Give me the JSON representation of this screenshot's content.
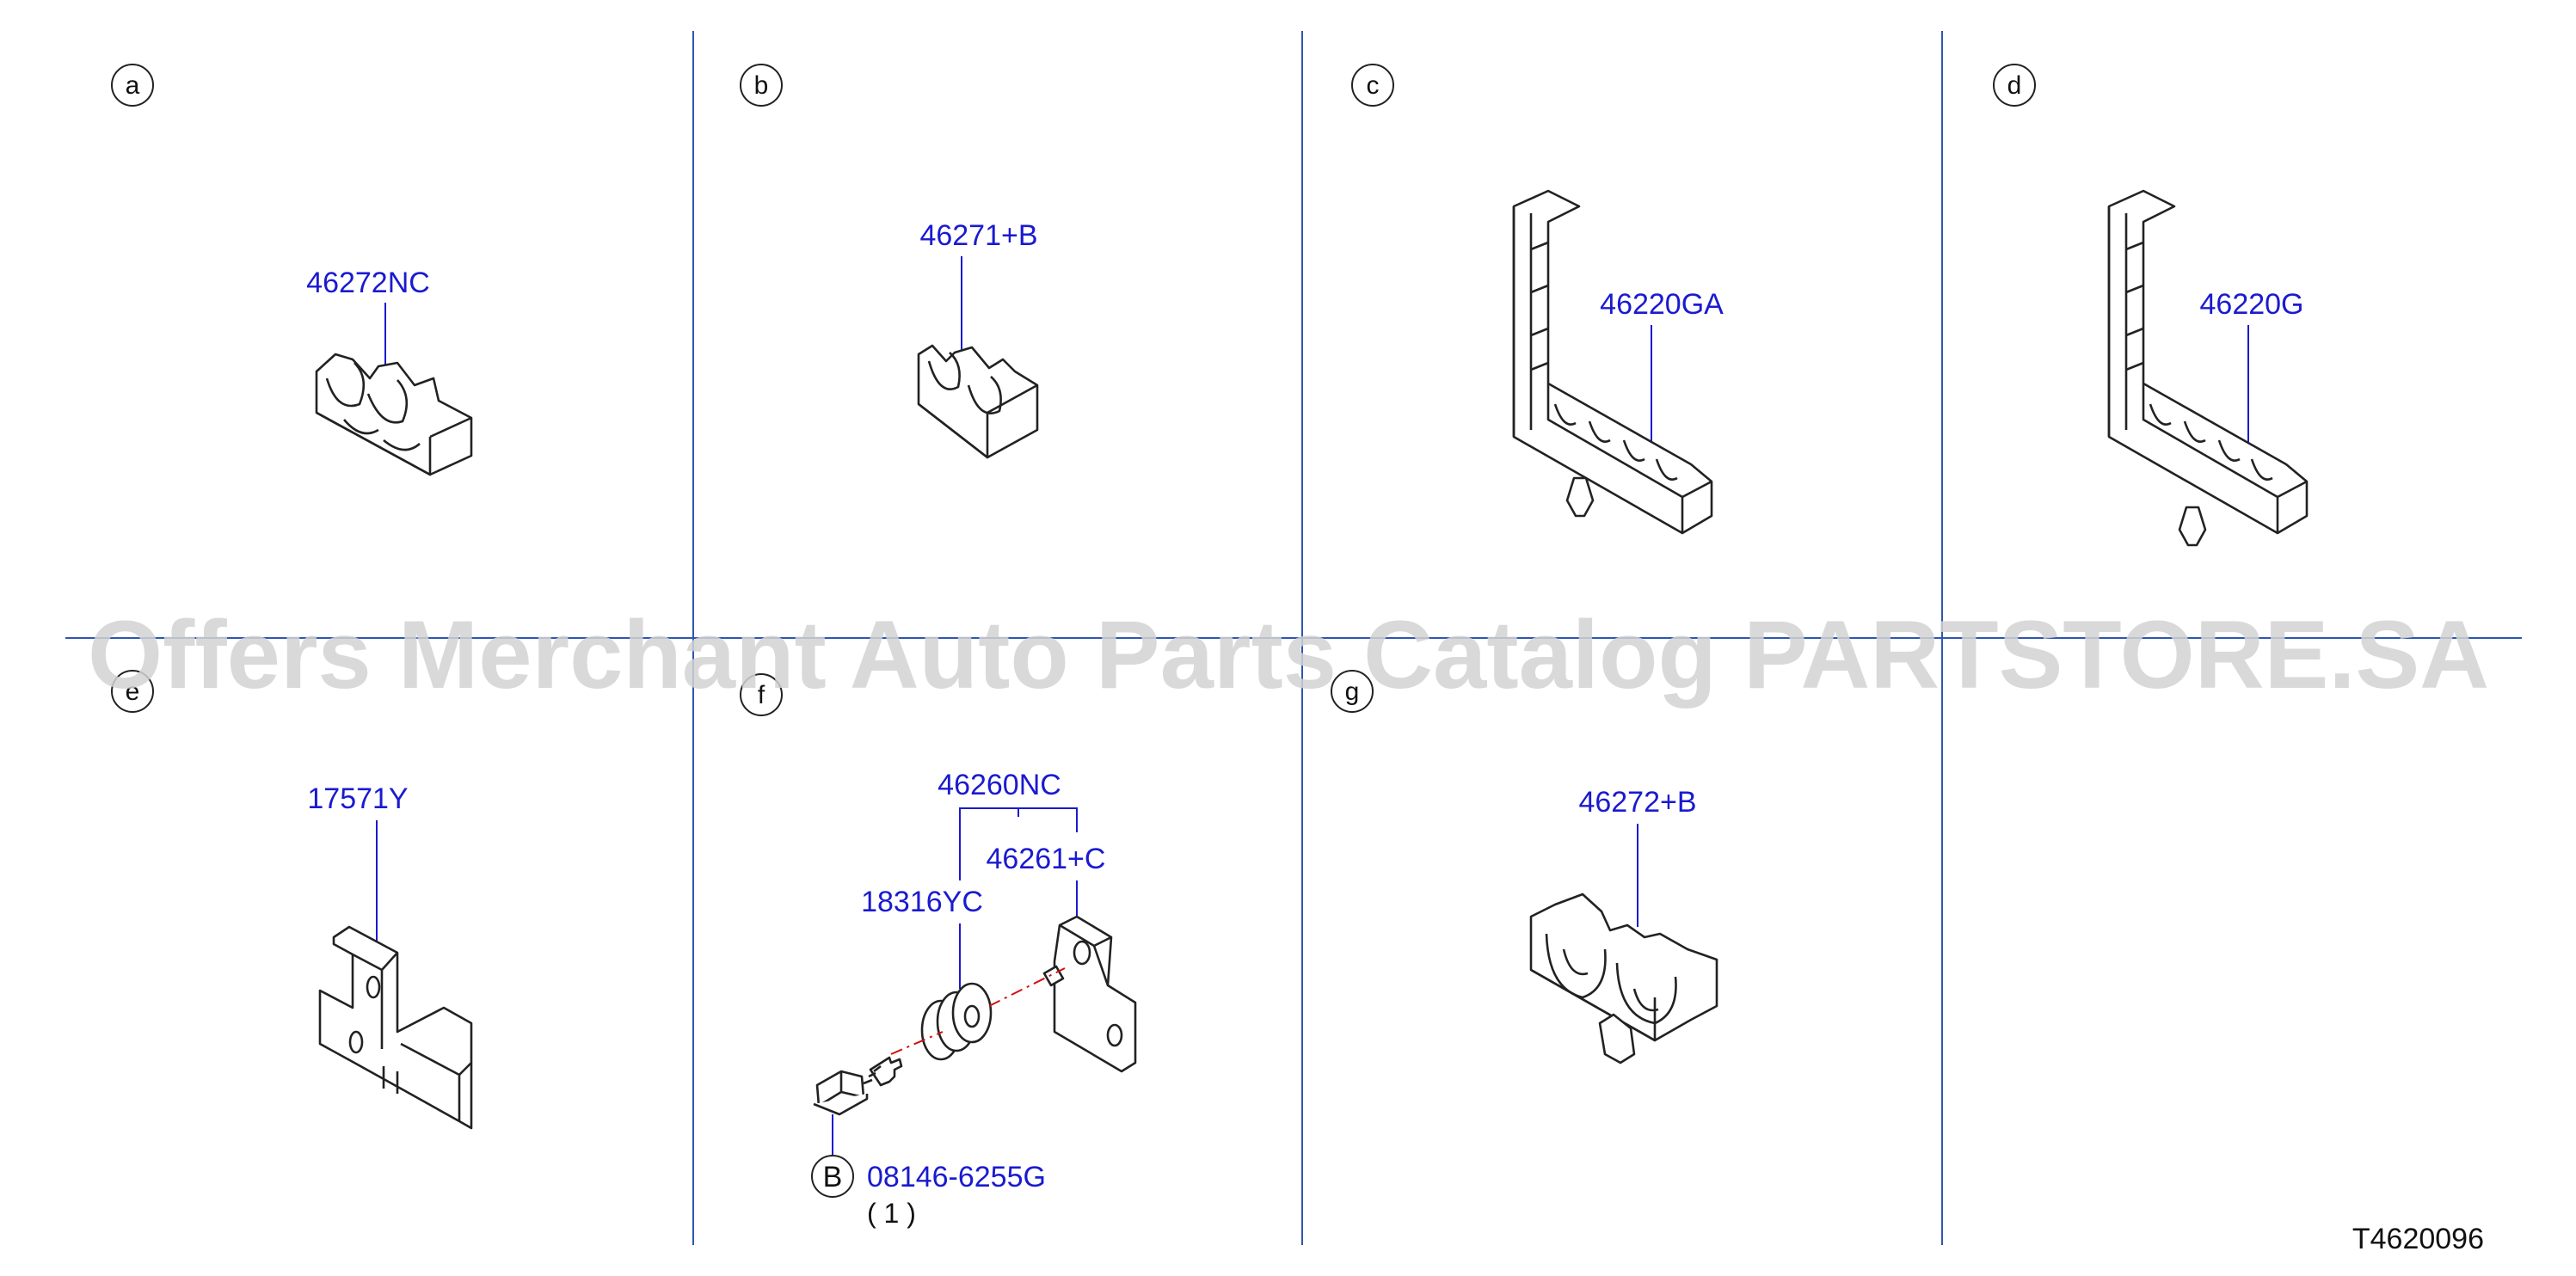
{
  "watermark": "Offers Merchant Auto Parts Catalog PARTSTORE.SA",
  "diagram_code": "T4620096",
  "colors": {
    "label": "#1a1ad0",
    "divider": "#2f55b3",
    "watermark": "#d3d3d3",
    "centerline": "#d01010"
  },
  "panels": [
    {
      "letter": "a",
      "parts": [
        "46272NC"
      ]
    },
    {
      "letter": "b",
      "parts": [
        "46271+B"
      ]
    },
    {
      "letter": "c",
      "parts": [
        "46220GA"
      ]
    },
    {
      "letter": "d",
      "parts": [
        "46220G"
      ]
    },
    {
      "letter": "e",
      "parts": [
        "17571Y"
      ]
    },
    {
      "letter": "f",
      "parts": [
        "46260NC",
        "46261+C",
        "18316YC",
        "08146-6255G"
      ],
      "callout": "B",
      "quantity": "( 1 )"
    },
    {
      "letter": "g",
      "parts": [
        "46272+B"
      ]
    }
  ]
}
